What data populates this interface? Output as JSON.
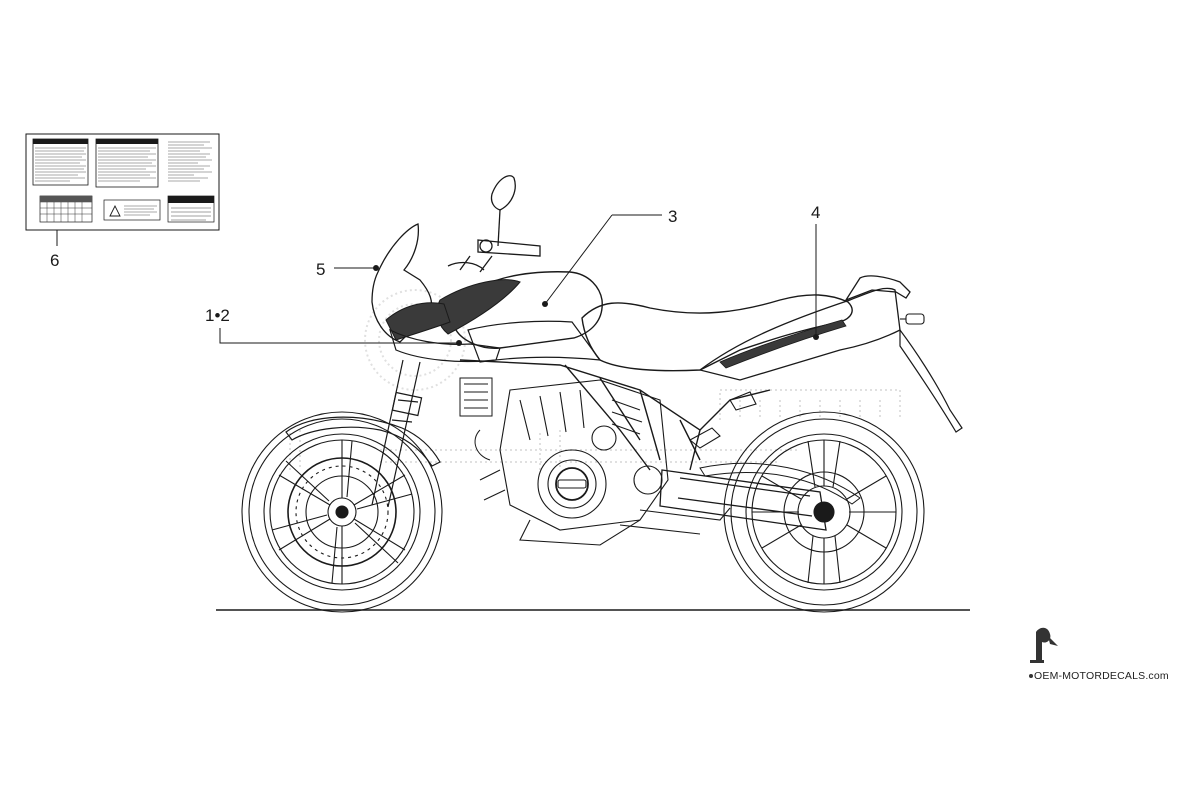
{
  "callouts": {
    "c12": "1•2",
    "c3": "3",
    "c4": "4",
    "c5": "5",
    "c6": "6"
  },
  "brand": {
    "text": "OEM-MOTORDECALS.com",
    "icon": "pelican-icon"
  },
  "colors": {
    "line": "#1a1a1a",
    "watermark": "#c8c8c8",
    "panel_fill": "#3a3a3a",
    "background": "#ffffff"
  }
}
